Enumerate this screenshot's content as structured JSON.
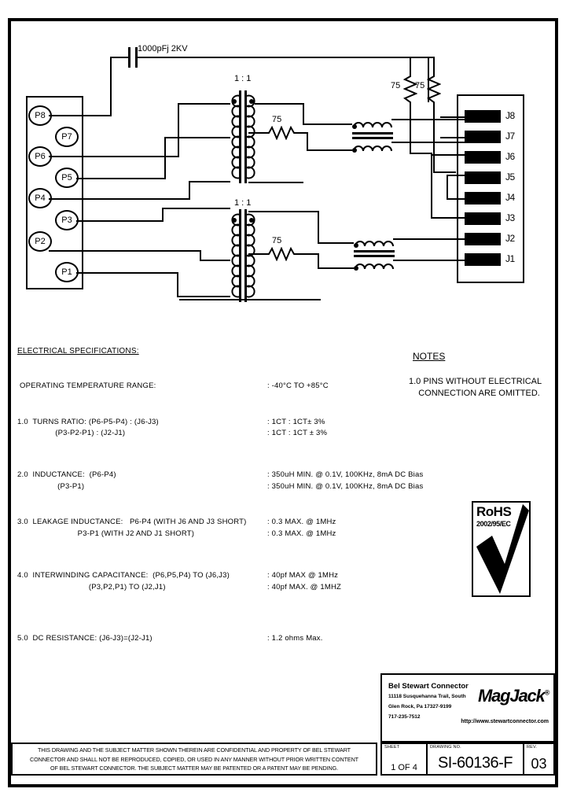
{
  "document": {
    "drawing_number": "SI-60136-F",
    "revision": "03",
    "sheet": "1 OF 4",
    "sheet_caption": "SHEET",
    "drawing_caption": "DRAWING NO.",
    "rev_caption": "REV."
  },
  "schematic": {
    "capacitor_label": "1000pFj 2KV",
    "transformer_top_ratio": "1 : 1",
    "transformer_bottom_ratio": "1 : 1",
    "resistor_top_label": "75",
    "resistor_bottom_label": "75",
    "resistor_term_1": "75",
    "resistor_term_2": "75",
    "left_pins": [
      "P8",
      "P7",
      "P6",
      "P5",
      "P4",
      "P3",
      "P2",
      "P1"
    ],
    "right_pins": [
      "J8",
      "J7",
      "J6",
      "J5",
      "J4",
      "J3",
      "J2",
      "J1"
    ]
  },
  "specifications": {
    "heading": "ELECTRICAL SPECIFICATIONS:",
    "rows": [
      {
        "left": "OPERATING TEMPERATURE RANGE:",
        "right": ": -40°C TO +85°C"
      },
      {
        "left": "1.0  TURNS RATIO: (P6-P5-P4) : (J6-J3)",
        "right": ": 1CT : 1CT± 3%"
      },
      {
        "left": "                 (P3-P2-P1) : (J2-J1)",
        "right": ": 1CT : 1CT ± 3%"
      },
      {
        "left": "2.0  INDUCTANCE:  (P6-P4)",
        "right": ": 350uH MIN. @ 0.1V, 100KHz, 8mA DC Bias"
      },
      {
        "left": "                  (P3-P1)",
        "right": ": 350uH MIN. @ 0.1V, 100KHz, 8mA DC Bias"
      },
      {
        "left": "3.0  LEAKAGE INDUCTANCE:   P6-P4 (WITH J6 AND J3 SHORT)",
        "right": ": 0.3 MAX. @ 1MHz"
      },
      {
        "left": "                           P3-P1 (WITH J2 AND J1 SHORT)",
        "right": ": 0.3 MAX. @ 1MHz"
      },
      {
        "left": "4.0  INTERWINDING CAPACITANCE:  (P6,P5,P4) TO (J6,J3)",
        "right": ": 40pf MAX @ 1MHz"
      },
      {
        "left": "                                (P3,P2,P1) TO (J2,J1)",
        "right": ": 40pf MAX. @ 1MHZ"
      },
      {
        "left": "5.0  DC RESISTANCE: (J6-J3)=(J2-J1)",
        "right": ": 1.2 ohms Max."
      }
    ]
  },
  "notes": {
    "heading": "NOTES",
    "items": "1.0 PINS WITHOUT ELECTRICAL\n    CONNECTION ARE OMITTED."
  },
  "rohs": {
    "title": "RoHS",
    "directive": "2002/95/EC"
  },
  "company": {
    "name": "Bel Stewart Connector",
    "address_line1": "11118 Susquehanna Trail, South",
    "address_line2": "Glen Rock, Pa  17327-9199",
    "address_line3": "717-235-7512",
    "brand": "MagJack",
    "brand_mark": "®",
    "website": "http://www.stewartconnector.com"
  },
  "confidential": {
    "line1": "THIS DRAWING AND THE SUBJECT MATTER SHOWN THEREIN ARE CONFIDENTIAL AND PROPERTY OF BEL STEWART",
    "line2": "CONNECTOR AND SHALL NOT BE REPRODUCED, COPIED, OR USED IN ANY MANNER WITHOUT PRIOR WRITTEN CONTENT",
    "line3": "OF BEL STEWART CONNECTOR.  THE SUBJECT MATTER MAY BE PATENTED OR A PATENT MAY BE PENDING."
  }
}
